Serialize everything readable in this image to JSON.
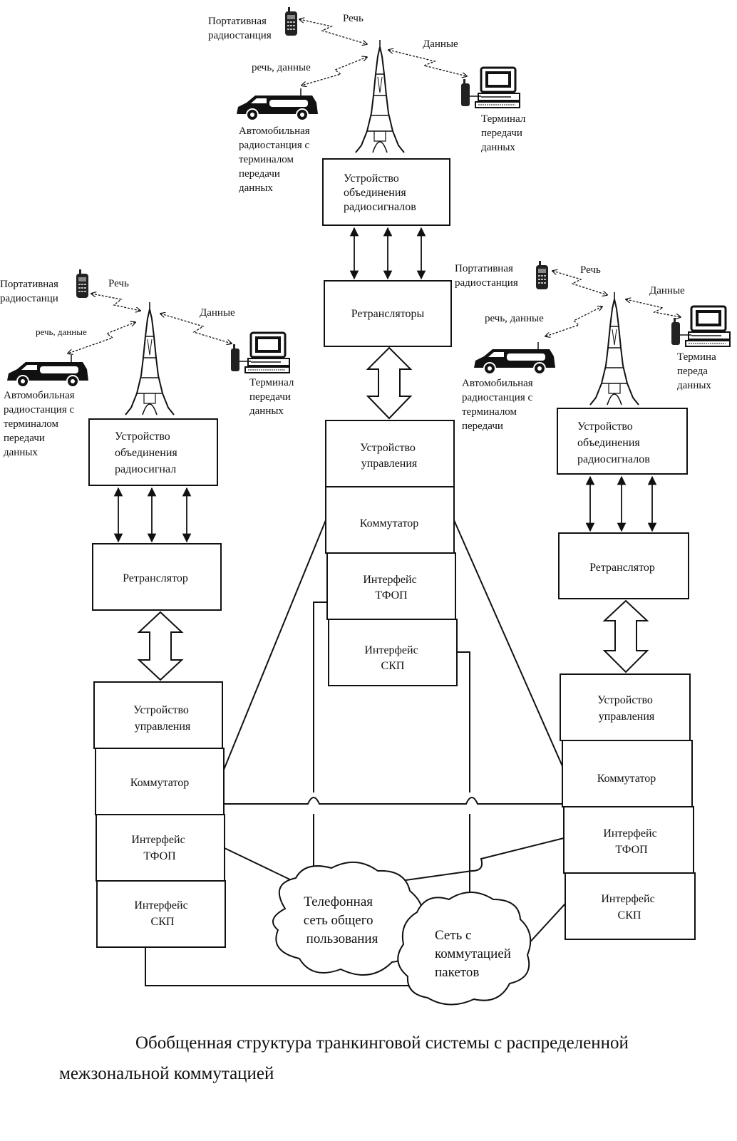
{
  "caption": {
    "line1": "Обобщенная структура транкинговой системы с распределенной",
    "line2": "межзональной коммутацией"
  },
  "top": {
    "portable": [
      "Портативная",
      "радиостанция"
    ],
    "speech": "Речь",
    "data": "Данные",
    "speech_data": "речь, данные",
    "car": [
      "Автомобильная",
      "радиостанция с",
      "терминалом",
      "передачи",
      "данных"
    ],
    "terminal": [
      "Терминал",
      "передачи",
      "данных"
    ],
    "combiner": [
      "Устройство",
      "объединения",
      "радиосигналов"
    ],
    "repeaters": "Ретрансляторы",
    "control": [
      "Устройство",
      "управления"
    ],
    "switch": "Коммутатор",
    "pstn_if": [
      "Интерфейс",
      "ТФОП"
    ],
    "pdn_if": [
      "Интерфейс",
      "СКП"
    ]
  },
  "left": {
    "portable": [
      "Портативная",
      "радиостанци"
    ],
    "speech": "Речь",
    "data": "Данные",
    "speech_data": "речь, данные",
    "car": [
      "Автомобильная",
      "радиостанция с",
      "терминалом",
      "передачи",
      "данных"
    ],
    "terminal": [
      "Терминал",
      "передачи",
      "данных"
    ],
    "combiner": [
      "Устройство",
      "объединения",
      "радиосигнал"
    ],
    "repeater": "Ретранслятор",
    "control": [
      "Устройство",
      "управления"
    ],
    "switch": "Коммутатор",
    "pstn_if": [
      "Интерфейс",
      "ТФОП"
    ],
    "pdn_if": [
      "Интерфейс",
      "СКП"
    ]
  },
  "right": {
    "portable": [
      "Портативная",
      "радиостанция"
    ],
    "speech": "Речь",
    "data": "Данные",
    "speech_data": "речь, данные",
    "car": [
      "Автомобильная",
      "радиостанция с",
      "терминалом",
      "передачи"
    ],
    "terminal": [
      "Термина",
      "переда",
      "данных"
    ],
    "combiner": [
      "Устройство",
      "объединения",
      "радиосигналов"
    ],
    "repeater": "Ретранслятор",
    "control": [
      "Устройство",
      "управления"
    ],
    "switch": "Коммутатор",
    "pstn_if": [
      "Интерфейс",
      "ТФОП"
    ],
    "pdn_if": [
      "Интерфейс",
      "СКП"
    ]
  },
  "clouds": {
    "pstn": [
      "Телефонная",
      "сеть общего",
      "пользования"
    ],
    "pdn": [
      "Сеть с",
      "коммутацией",
      "пакетов"
    ]
  }
}
